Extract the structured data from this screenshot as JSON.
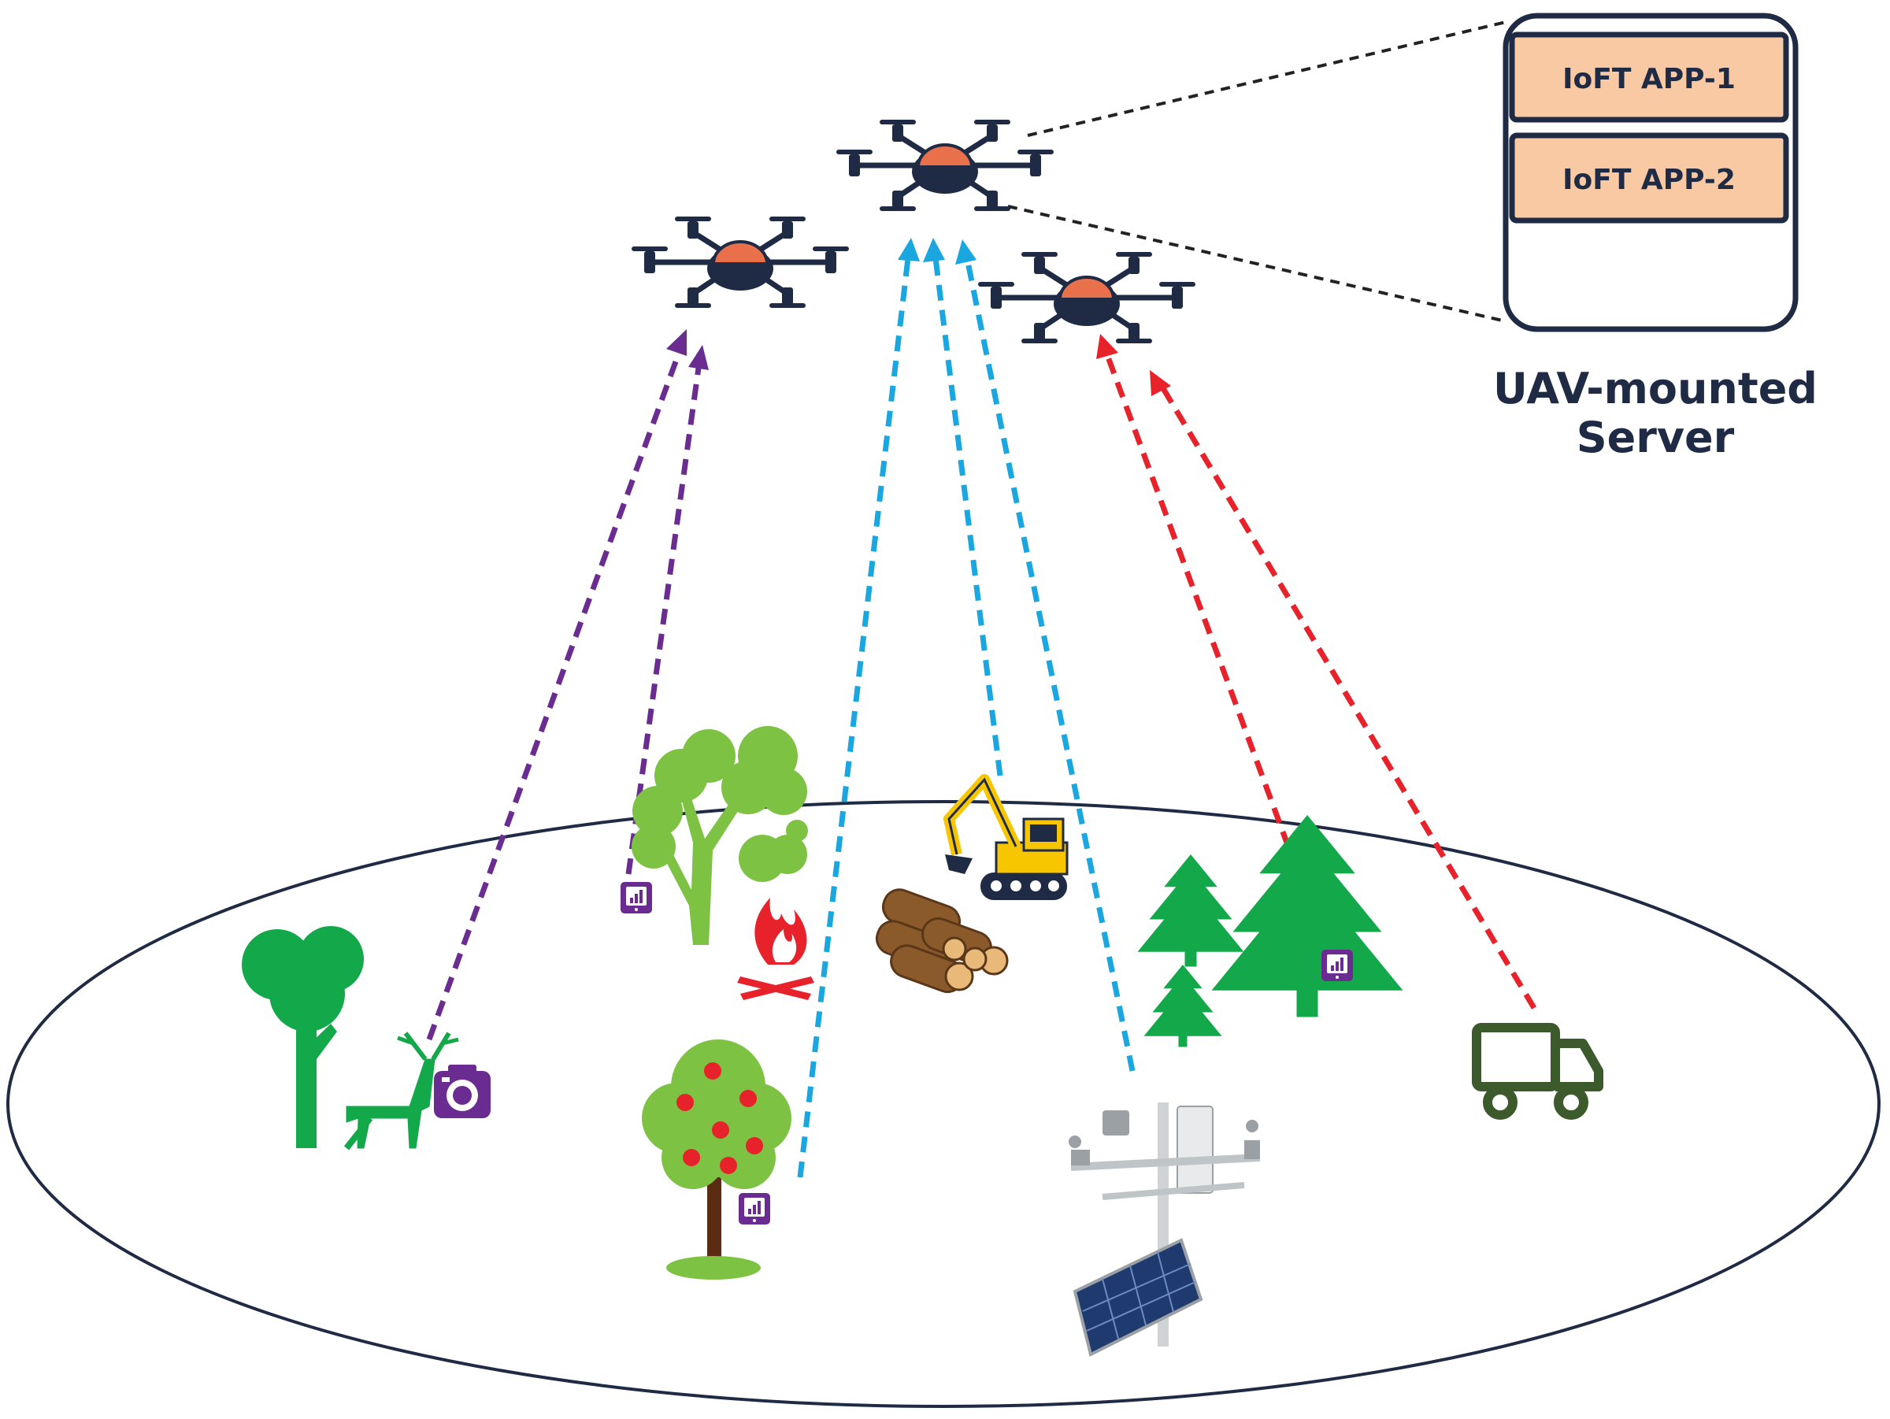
{
  "server": {
    "apps": [
      {
        "label": "IoFT APP-1"
      },
      {
        "label": "IoFT APP-2"
      }
    ],
    "caption_line1": "UAV-mounted",
    "caption_line2": "Server"
  },
  "colors": {
    "navy": "#1f2a44",
    "drone_dome": "#e8704a",
    "app_fill": "#f9c9a4",
    "purple_link": "#6a2c91",
    "blue_link": "#1aa7e0",
    "red_link": "#e8222a",
    "tree_green": "#13a84a",
    "light_green": "#7dc243",
    "truck_green": "#3c5a2b",
    "fire_red": "#e8222a",
    "log_brown": "#8b5a2b"
  },
  "icons": {
    "drone": "quadcopter-drone-icon",
    "sensor": "sensor-tablet-icon",
    "camera": "camera-icon",
    "tree": "tree-icon",
    "deer": "deer-icon",
    "fire": "campfire-icon",
    "excavator": "excavator-icon",
    "logs": "log-pile-icon",
    "pine": "pine-tree-icon",
    "truck": "truck-icon",
    "fruit_tree": "fruit-tree-icon",
    "weather_station": "weather-station-icon"
  }
}
